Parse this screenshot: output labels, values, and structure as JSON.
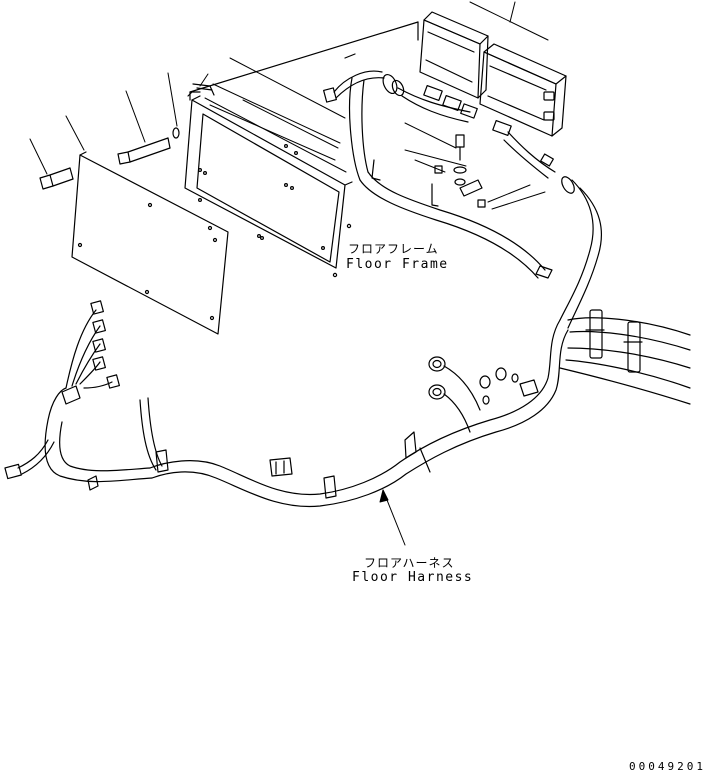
{
  "labels": {
    "floor_frame_jp": "フロアフレーム",
    "floor_frame_en": "Floor Frame",
    "floor_harness_jp": "フロアハーネス",
    "floor_harness_en": "Floor Harness"
  },
  "drawing_code": "00049201"
}
